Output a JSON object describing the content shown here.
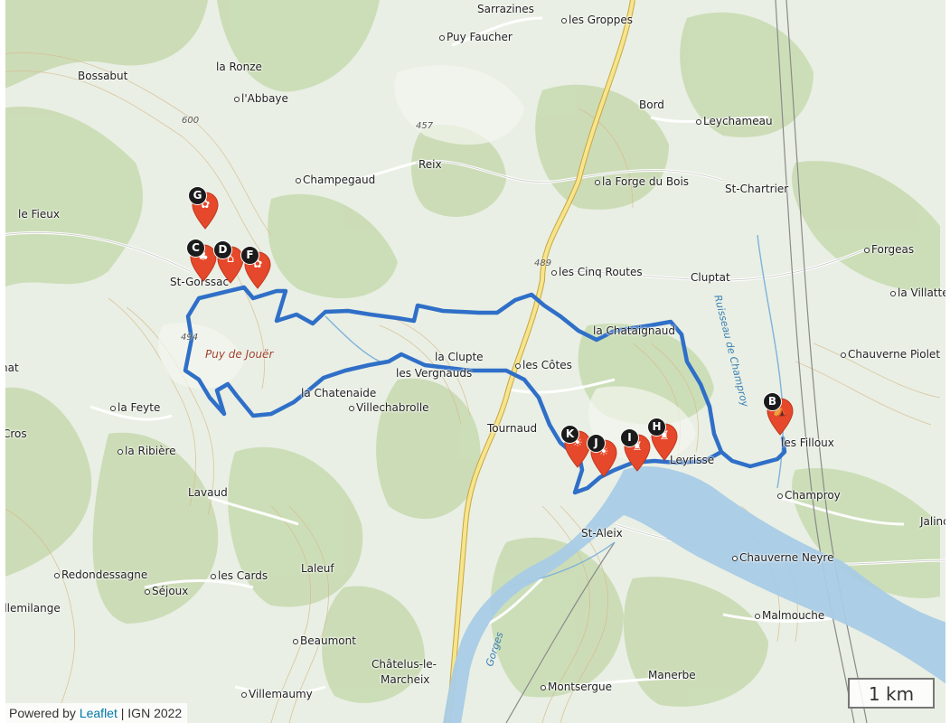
{
  "map": {
    "places": [
      {
        "name": "Sarrazines",
        "dot": false
      },
      {
        "name": "les Groppes",
        "dot": true
      },
      {
        "name": "Puy Faucher",
        "dot": true
      },
      {
        "name": "Bossabut",
        "dot": false
      },
      {
        "name": "la Ronze",
        "dot": false
      },
      {
        "name": "l'Abbaye",
        "dot": true
      },
      {
        "name": "Bord",
        "dot": false
      },
      {
        "name": "Leychameau",
        "dot": true
      },
      {
        "name": "Reix",
        "dot": false
      },
      {
        "name": "Champegaud",
        "dot": true
      },
      {
        "name": "la Forge du Bois",
        "dot": true
      },
      {
        "name": "St-Chartrier",
        "dot": false
      },
      {
        "name": "le Fieux",
        "dot": false
      },
      {
        "name": "Forgeas",
        "dot": true
      },
      {
        "name": "les Cinq Routes",
        "dot": true
      },
      {
        "name": "Cluptat",
        "dot": false
      },
      {
        "name": "la Villatte",
        "dot": true
      },
      {
        "name": "St-Gorssac",
        "dot": false
      },
      {
        "name": "la Chataignaud",
        "dot": false
      },
      {
        "name": "la Clupte",
        "dot": false
      },
      {
        "name": "les Vergnauds",
        "dot": false
      },
      {
        "name": "les Côtes",
        "dot": true
      },
      {
        "name": "Chauverne Piolet",
        "dot": true
      },
      {
        "name": "hat",
        "dot": false
      },
      {
        "name": "la Chatenaide",
        "dot": false
      },
      {
        "name": "Villechabrolle",
        "dot": true
      },
      {
        "name": "la Feyte",
        "dot": true
      },
      {
        "name": "Cros",
        "dot": false
      },
      {
        "name": "Tournaud",
        "dot": false
      },
      {
        "name": "les Filloux",
        "dot": false
      },
      {
        "name": "la Ribière",
        "dot": true
      },
      {
        "name": "Leyrisse",
        "dot": false
      },
      {
        "name": "Lavaud",
        "dot": false
      },
      {
        "name": "Champroy",
        "dot": true
      },
      {
        "name": "Jalinc",
        "dot": false
      },
      {
        "name": "St-Aleix",
        "dot": false
      },
      {
        "name": "Chauverne Neyre",
        "dot": true
      },
      {
        "name": "Redondessagne",
        "dot": true
      },
      {
        "name": "les Cards",
        "dot": true
      },
      {
        "name": "Laleuf",
        "dot": false
      },
      {
        "name": "Séjoux",
        "dot": true
      },
      {
        "name": "illemilange",
        "dot": false
      },
      {
        "name": "Malmouche",
        "dot": true
      },
      {
        "name": "Beaumont",
        "dot": true
      },
      {
        "name": "Châtelus-le-",
        "dot": false
      },
      {
        "name": "Marcheix",
        "dot": false
      },
      {
        "name": "Manerbe",
        "dot": false
      },
      {
        "name": "Montsergue",
        "dot": true
      },
      {
        "name": "Villemaumy",
        "dot": true
      }
    ],
    "altitudes": [
      "600",
      "457",
      "489",
      "494"
    ],
    "summit_label": "Puy de Jouër",
    "river_labels": [
      "Ruisseau de Champroy",
      "Gorges"
    ],
    "markers": [
      {
        "letter": "B",
        "icon": "campsite-icon",
        "glyph": "⛺"
      },
      {
        "letter": "C",
        "icon": "clover-icon",
        "glyph": "♣"
      },
      {
        "letter": "D",
        "icon": "building-icon",
        "glyph": "⌂"
      },
      {
        "letter": "F",
        "icon": "flower-icon",
        "glyph": "✿"
      },
      {
        "letter": "G",
        "icon": "flower-icon",
        "glyph": "✿"
      },
      {
        "letter": "H",
        "icon": "castle-icon",
        "glyph": "♜"
      },
      {
        "letter": "I",
        "icon": "castle-icon",
        "glyph": "♜"
      },
      {
        "letter": "J",
        "icon": "viewpoint-icon",
        "glyph": "☀"
      },
      {
        "letter": "K",
        "icon": "viewpoint-icon",
        "glyph": "☀"
      }
    ],
    "route_color": "#2f6fc8",
    "marker_color": "#e5482a",
    "water_color": "#a9cbe6",
    "scale_label": "1 km",
    "attribution": {
      "prefix": "Powered by",
      "link": "Leaflet",
      "separator": " | ",
      "source": "IGN 2022"
    }
  }
}
